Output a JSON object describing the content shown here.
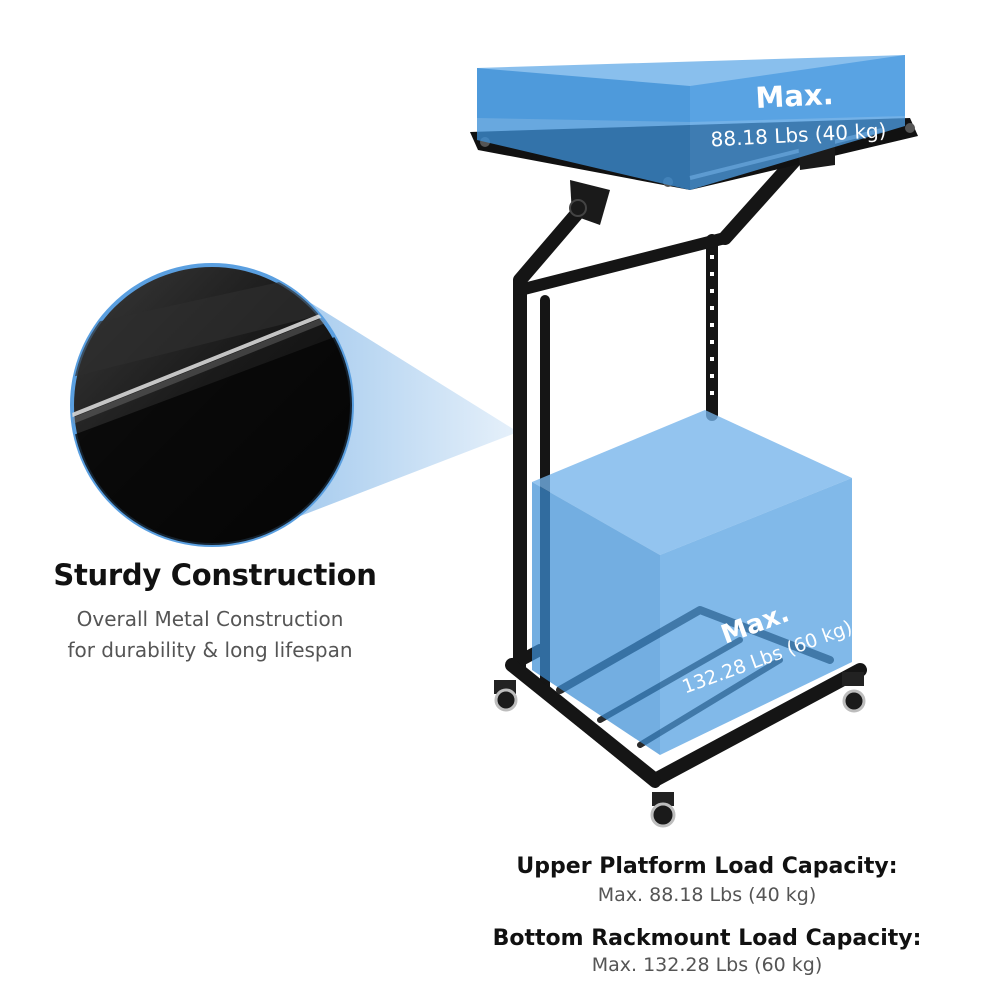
{
  "boxes": {
    "upper": {
      "max_label": "Max.",
      "weight_label": "88.18 Lbs (40 kg)"
    },
    "bottom": {
      "max_label": "Max.",
      "weight_label": "132.28 Lbs (60 kg)"
    }
  },
  "feature": {
    "title": "Sturdy Construction",
    "description_lines": [
      "Overall Metal Construction",
      "for durability & long lifespan"
    ]
  },
  "capacities": [
    {
      "title": "Upper Platform Load Capacity:",
      "value": "Max. 88.18 Lbs (40 kg)"
    },
    {
      "title": "Bottom Rackmount Load Capacity:",
      "value": "Max. 132.28 Lbs (60 kg)"
    }
  ],
  "colors": {
    "box_fill": "#3d8fd6",
    "box_top": "#74b4ea",
    "zoom_border": "#5a9fe0",
    "frame": "#151515"
  }
}
